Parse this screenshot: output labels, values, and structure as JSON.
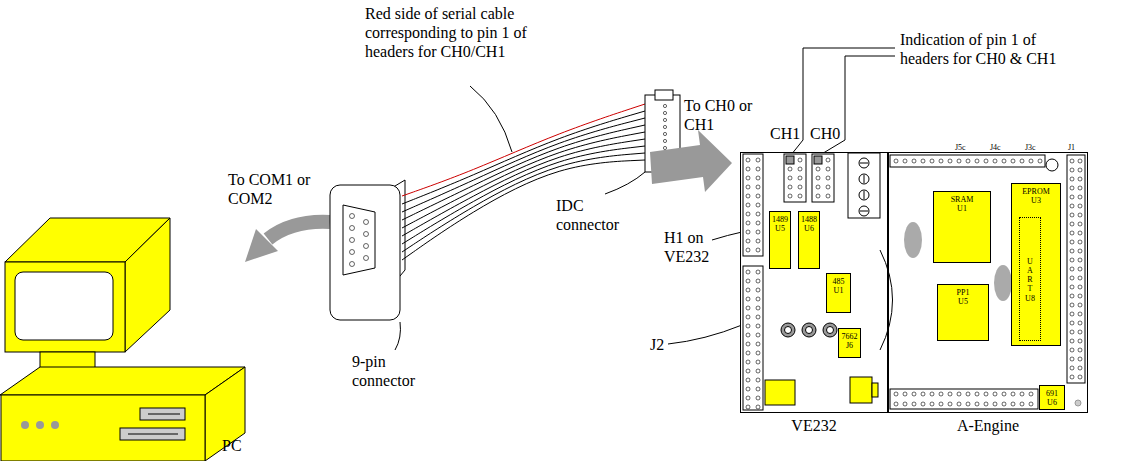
{
  "diagram": {
    "nodes": [
      {
        "text": [
          "VE232"
        ]
      },
      {
        "text": [
          "1489",
          "U5"
        ],
        "in": 0
      },
      {
        "text": [
          "1488",
          "U6"
        ],
        "in": 0
      },
      {
        "text": [
          "485",
          "U1"
        ],
        "in": 0
      },
      {
        "text": [
          "7662",
          "J6"
        ],
        "in": 0
      },
      {
        "text": [
          "A-Engine"
        ]
      },
      {
        "text": [
          "SRAM",
          "U1"
        ],
        "in": 5
      },
      {
        "text": [
          "EPROM",
          "U3"
        ],
        "in": 5
      },
      {
        "text": [
          "UART",
          "U8"
        ],
        "in": 7
      },
      {
        "text": [
          "PP1",
          "U5"
        ],
        "in": 5
      },
      {
        "text": [
          "691",
          "U6"
        ],
        "in": 5
      }
    ],
    "labels": [
      "Red side of serial cable corresponding to pin 1 of headers for CH0/CH1",
      "To CH0 or CH1",
      "Indication of pin 1 of headers for CH0 & CH1",
      "CH1",
      "CH0",
      "To COM1 or COM2",
      "IDC connector",
      "H1 on VE232",
      "J2",
      "9-pin connector",
      "PC",
      "J5c",
      "J4c",
      "J3c",
      "J1"
    ]
  }
}
